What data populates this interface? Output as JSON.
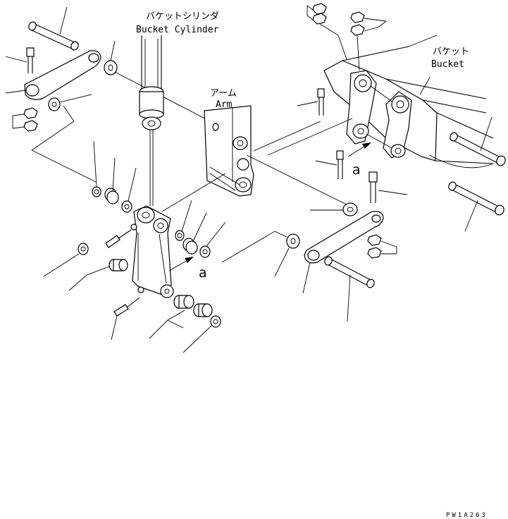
{
  "labels": {
    "bucket_cylinder_ja": "バケットシリンダ",
    "bucket_cylinder_en": "Bucket Cylinder",
    "arm_ja": "アーム",
    "arm_en": "Arm",
    "bucket_ja": "バケット",
    "bucket_en": "Bucket",
    "marker_a": "a",
    "figure_code": "PW1A263"
  }
}
